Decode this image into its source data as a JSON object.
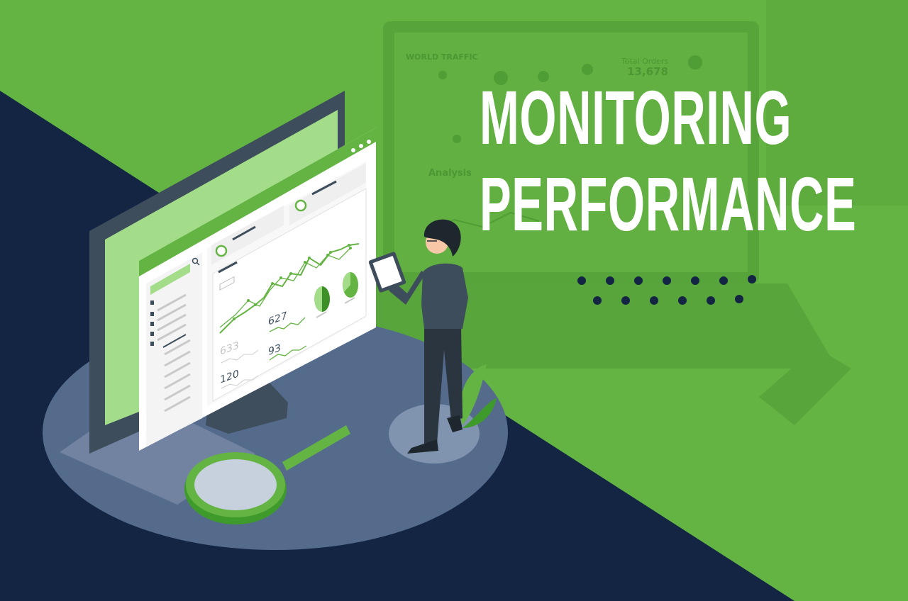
{
  "headline": {
    "line1": "MONITORING",
    "line2": "PERFORMANCE"
  },
  "background_laptop": {
    "label_world_traffic": "WORLD TRAFFIC",
    "label_total_orders": "Total Orders",
    "value_total_orders": "13,678",
    "label_analysis": "Analysis"
  },
  "dashboard": {
    "stat_1": "627",
    "stat_2": "633",
    "stat_3": "93",
    "stat_4": "120"
  },
  "colors": {
    "green": "#64b443",
    "navy": "#142544",
    "light_green": "#a3dd8a",
    "platform": "#546b8c"
  }
}
